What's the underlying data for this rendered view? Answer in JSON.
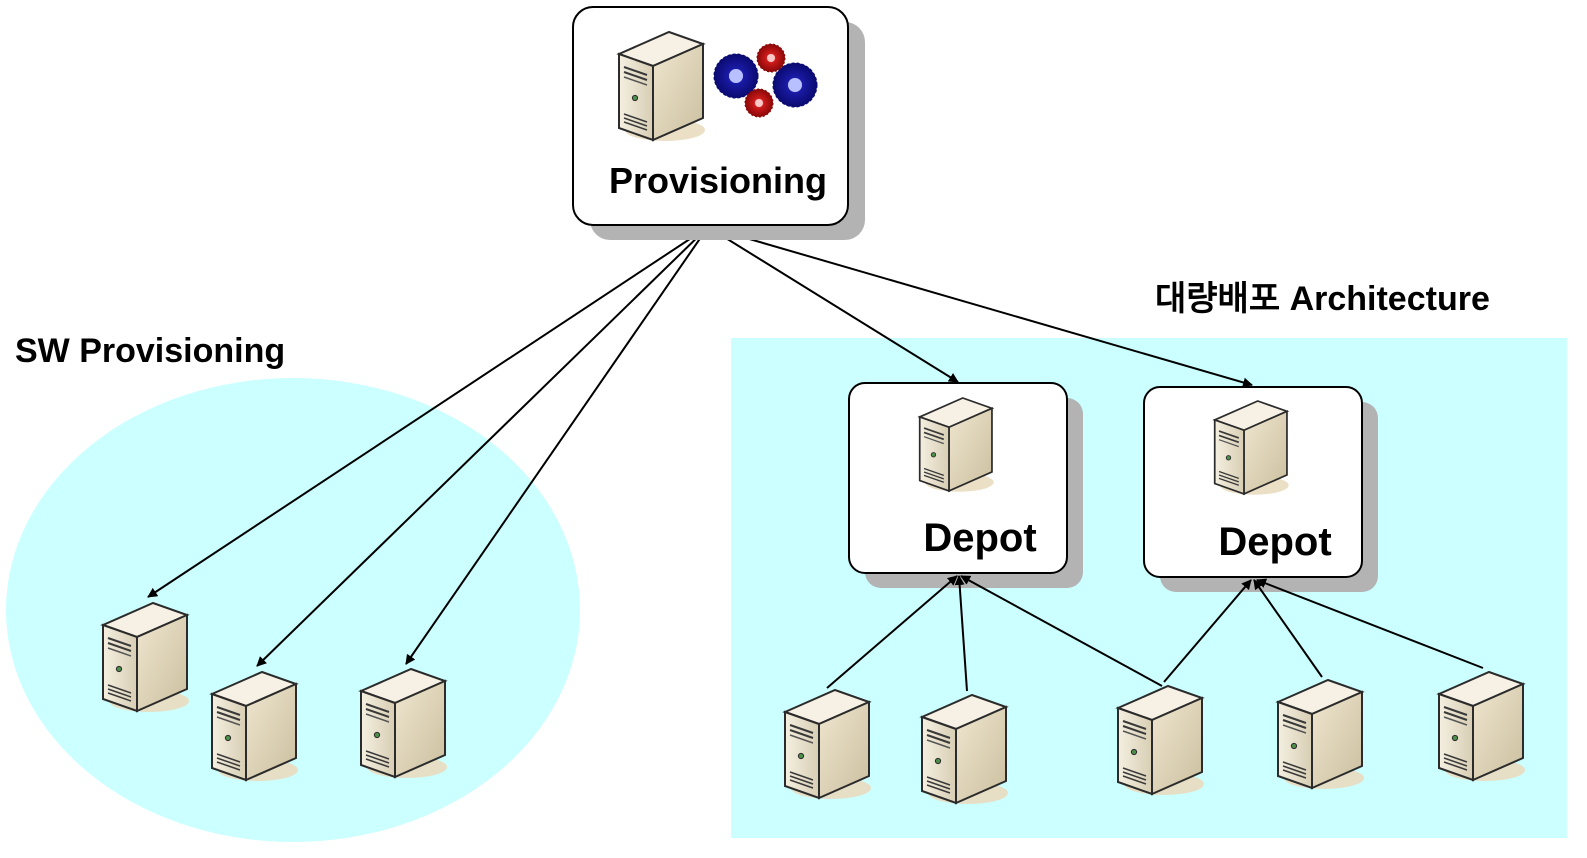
{
  "diagram": {
    "provisioning_label": "Provisioning",
    "sw_provisioning_label": "SW Provisioning",
    "mass_deploy_label": "대량배포 Architecture",
    "depots": [
      {
        "label": "Depot"
      },
      {
        "label": "Depot"
      }
    ],
    "colors": {
      "region_fill": "#ccffff",
      "box_fill": "#ffffff",
      "shadow": "#b3b3b3",
      "gear_blue": "#1a1aa6",
      "gear_red": "#cc1a1a"
    },
    "icons": [
      "server-icon",
      "gears-icon"
    ]
  }
}
